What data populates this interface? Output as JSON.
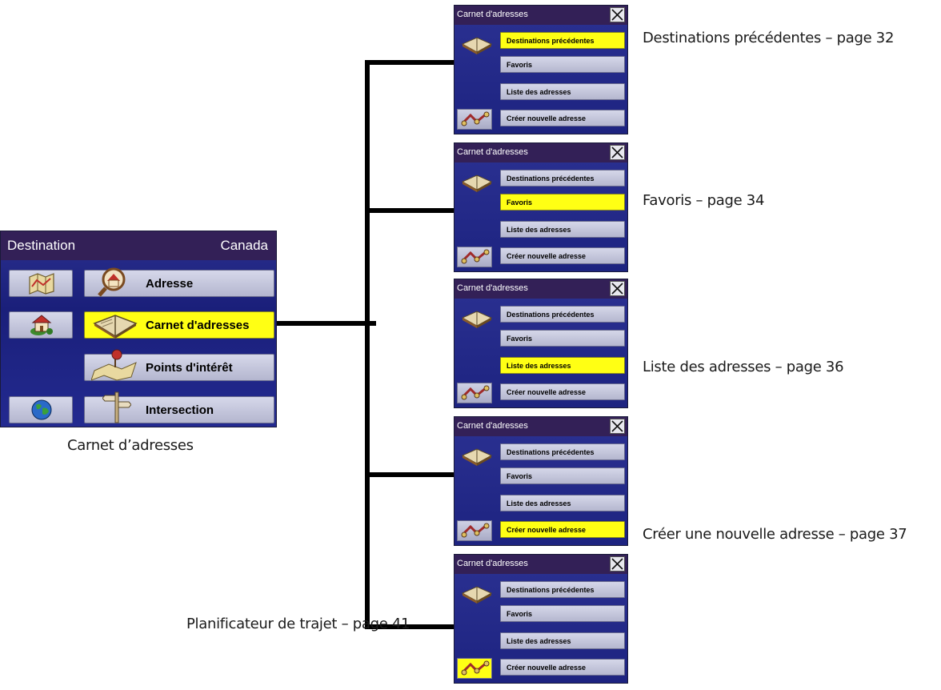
{
  "main": {
    "header_left": "Destination",
    "header_right": "Canada",
    "buttons": [
      {
        "label": "Adresse",
        "icon": "magnifier-house-icon",
        "selected": false
      },
      {
        "label": "Carnet d'adresses",
        "icon": "open-book-icon",
        "selected": true
      },
      {
        "label": "Points d'intérêt",
        "icon": "map-pin-icon",
        "selected": false
      },
      {
        "label": "Intersection",
        "icon": "signpost-icon",
        "selected": false
      }
    ],
    "side_icons": [
      "map-icon",
      "home-icon",
      "globe-icon"
    ],
    "caption": "Carnet d’adresses"
  },
  "screens": [
    {
      "title": "Carnet d'adresses",
      "buttons": [
        "Destinations précédentes",
        "Favoris",
        "Liste des adresses",
        "Créer nouvelle adresse"
      ],
      "selected": 0,
      "bottom_icon_selected": false,
      "caption": "Destinations précédentes – page 32"
    },
    {
      "title": "Carnet d'adresses",
      "buttons": [
        "Destinations précédentes",
        "Favoris",
        "Liste des adresses",
        "Créer nouvelle adresse"
      ],
      "selected": 1,
      "bottom_icon_selected": false,
      "caption": "Favoris – page 34"
    },
    {
      "title": "Carnet d'adresses",
      "buttons": [
        "Destinations précédentes",
        "Favoris",
        "Liste des adresses",
        "Créer nouvelle adresse"
      ],
      "selected": 2,
      "bottom_icon_selected": false,
      "caption": "Liste des adresses – page 36"
    },
    {
      "title": "Carnet d'adresses",
      "buttons": [
        "Destinations précédentes",
        "Favoris",
        "Liste des adresses",
        "Créer nouvelle adresse"
      ],
      "selected": 3,
      "bottom_icon_selected": false,
      "caption": "Créer une nouvelle adresse – page 37"
    },
    {
      "title": "Carnet d'adresses",
      "buttons": [
        "Destinations précédentes",
        "Favoris",
        "Liste des adresses",
        "Créer nouvelle adresse"
      ],
      "selected": -1,
      "bottom_icon_selected": true,
      "caption": "Planificateur de trajet – page 41"
    }
  ],
  "colors": {
    "highlight": "#ffff14",
    "header": "#332057",
    "screen_bg": "#1f2583",
    "button": "#c5c7dc",
    "connector": "#000000"
  }
}
